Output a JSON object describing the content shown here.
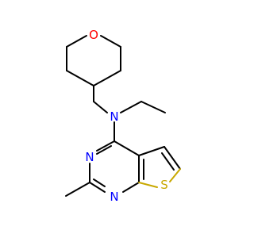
{
  "atoms": {
    "O": "O",
    "N_amine": "N",
    "N_pyr3": "N",
    "N_pyr1": "N",
    "S": "S"
  },
  "colors": {
    "oxygen": "#ff0000",
    "nitrogen": "#0000ff",
    "sulfur": "#c8a800",
    "bond": "#000000"
  }
}
